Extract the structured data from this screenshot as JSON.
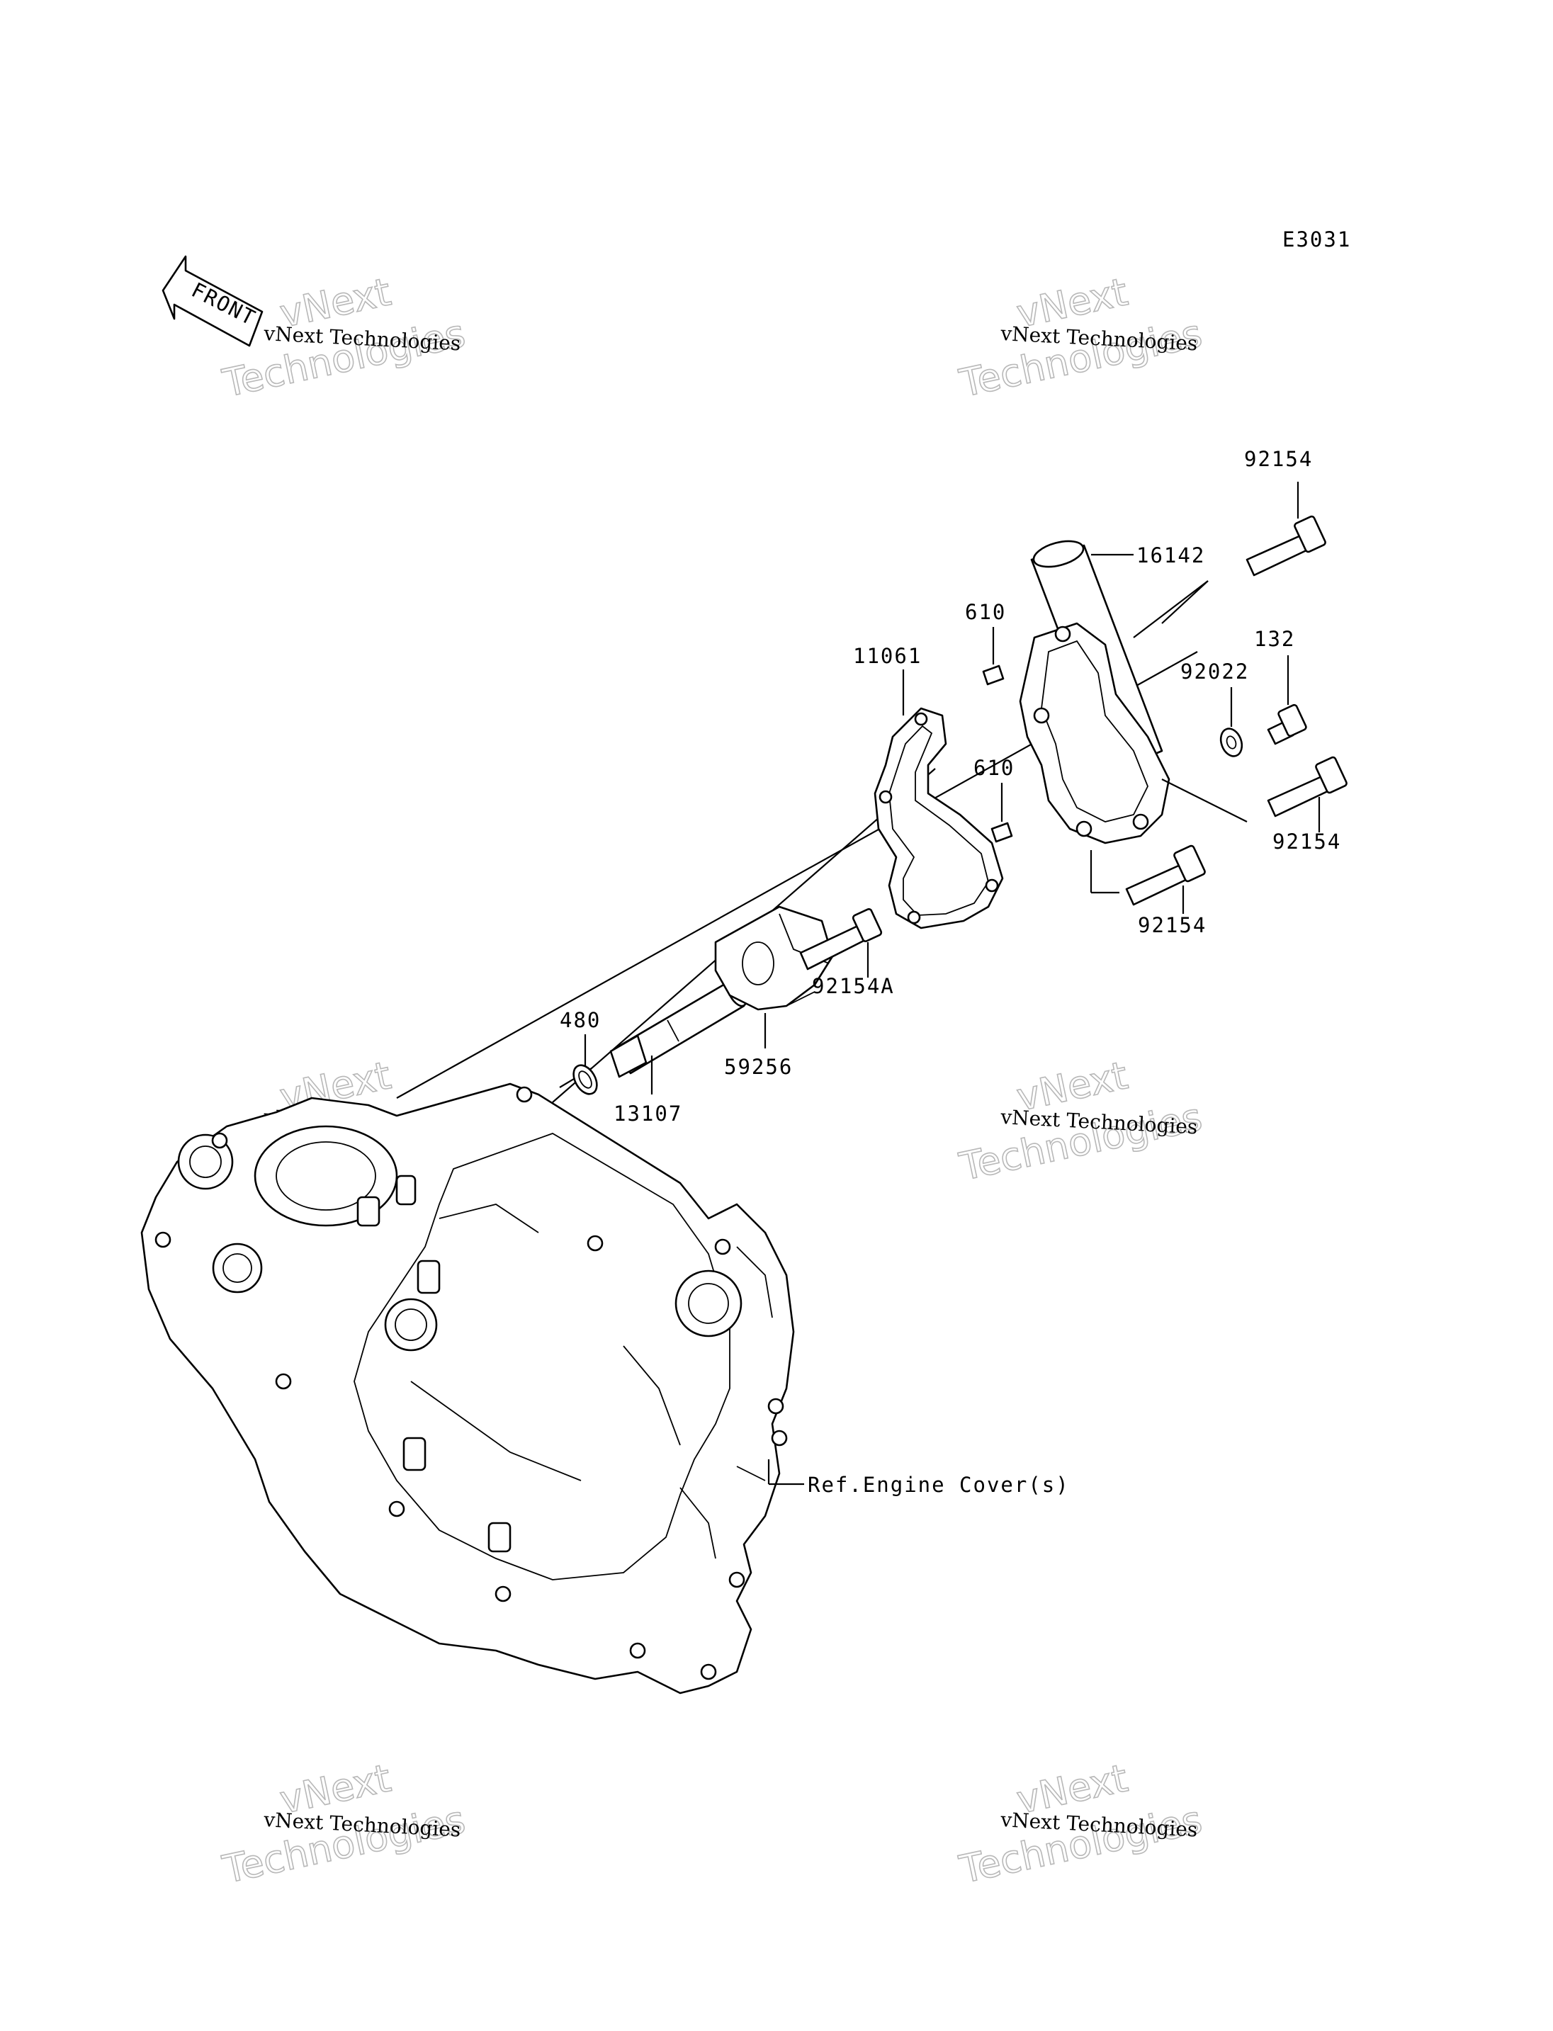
{
  "diagram_code": "E3031",
  "front_arrow_text": "FRONT",
  "watermark": {
    "line_small": "vNext Technologies",
    "line_big_1": "vNext",
    "line_big_2": "Technologies"
  },
  "parts": {
    "p92154_top": "92154",
    "p16142": "16142",
    "p610_top": "610",
    "p132": "132",
    "p92022": "92022",
    "p11061": "11061",
    "p610_mid": "610",
    "p92154_right": "92154",
    "p92154_bottom": "92154",
    "p92154A": "92154A",
    "p480": "480",
    "p59256": "59256",
    "p13107": "13107"
  },
  "reference_note": "Ref.Engine Cover(s)"
}
